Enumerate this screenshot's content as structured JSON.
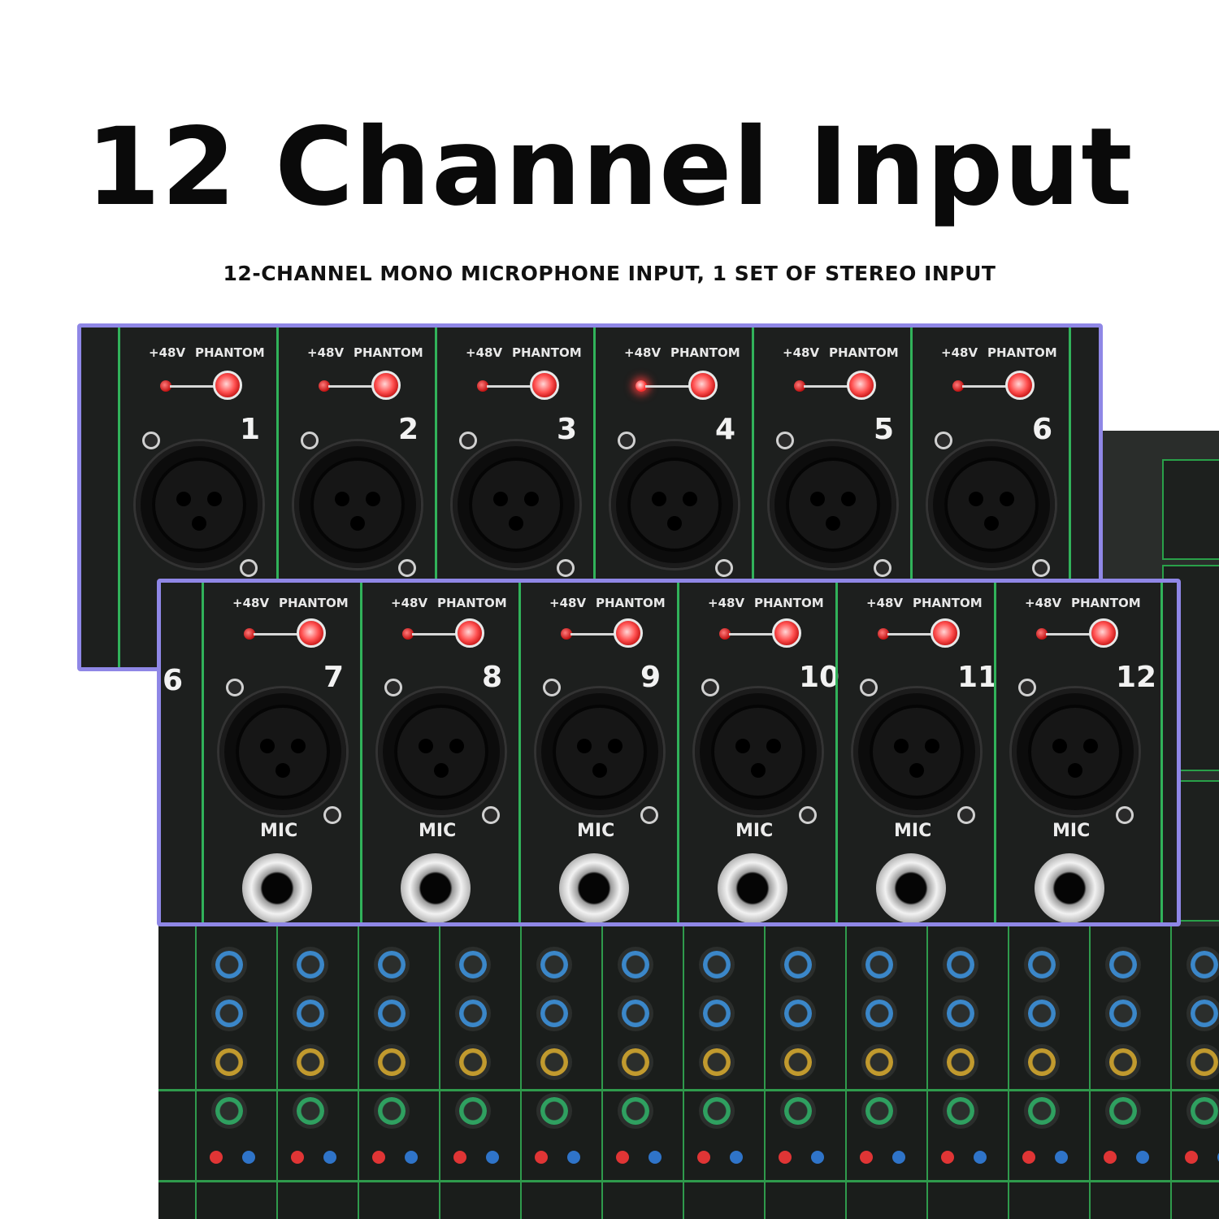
{
  "title": "12 Channel Input",
  "subtitle": "12-CHANNEL MONO MICROPHONE INPUT, 1 SET OF STEREO INPUT",
  "panel_labels": {
    "phantom_voltage": "+48V",
    "phantom": "PHANTOM",
    "mic": "MIC"
  },
  "channels_top": [
    "1",
    "2",
    "3",
    "4",
    "5",
    "6"
  ],
  "channels_bottom": [
    "7",
    "8",
    "9",
    "10",
    "11",
    "12"
  ],
  "partial_channel_label": "6",
  "highlight_border_color": "#8f87e6",
  "led_color": "#ff3030",
  "strip_line_color": "#31b25a"
}
